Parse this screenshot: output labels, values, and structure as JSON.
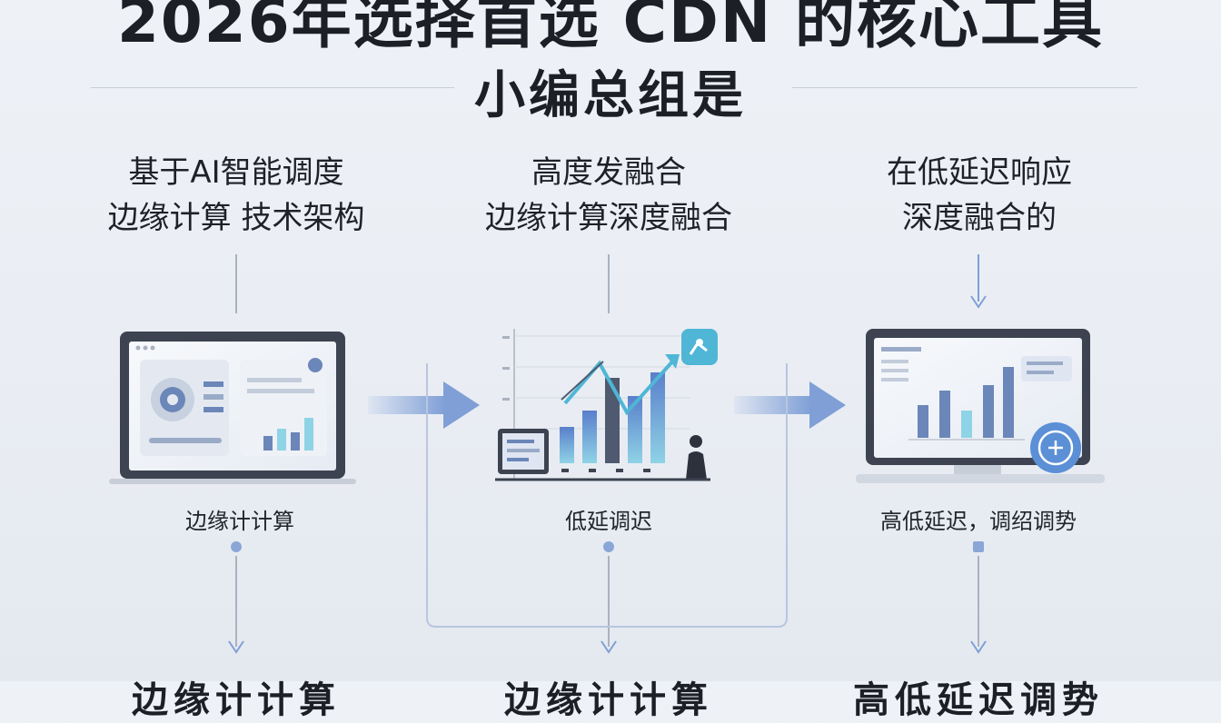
{
  "header": {
    "title_line1": "2026年选择首选 CDN 的核心工具",
    "title_line2": "小编总组是"
  },
  "columns": [
    {
      "heading_line1": "基于AI智能调度",
      "heading_line2": "边缘计算 技术架构",
      "caption": "边缘计计算",
      "bottom_text": "边缘计计算"
    },
    {
      "heading_line1": "高度发融合",
      "heading_line2": "边缘计算深度融合",
      "caption": "低延调迟",
      "bottom_text": "边缘计计算"
    },
    {
      "heading_line1": "在低延迟响应",
      "heading_line2": "深度融合的",
      "caption": "高低延迟，调绍调势",
      "bottom_text": "高低延迟调势"
    }
  ],
  "colors": {
    "accent_blue": "#7f9fd6",
    "line_gray": "#aab2bf",
    "teal": "#4fb6d6"
  }
}
